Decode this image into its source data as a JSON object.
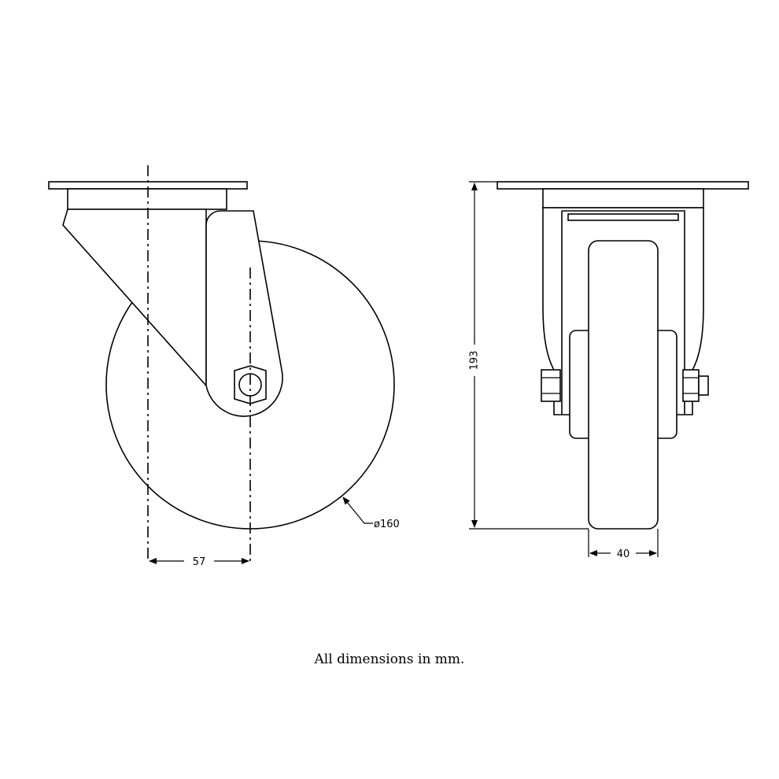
{
  "dimensions": {
    "offset": "57",
    "wheel_diameter": "ø160",
    "height": "193",
    "wheel_width": "40"
  },
  "note": "All dimensions in mm.",
  "colors": {
    "line": "#000000",
    "background": "#ffffff"
  }
}
